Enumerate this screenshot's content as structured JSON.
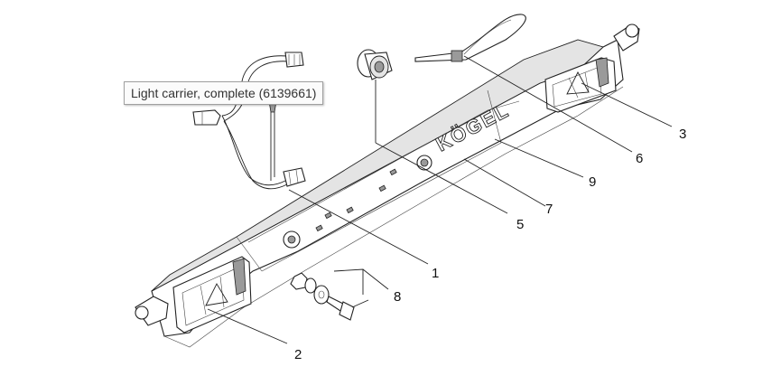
{
  "tooltip": {
    "text": "Light carrier, complete (6139661)"
  },
  "brand_logo_text": "KÖGEL",
  "callouts": [
    "1",
    "2",
    "3",
    "5",
    "6",
    "7",
    "8",
    "9"
  ]
}
